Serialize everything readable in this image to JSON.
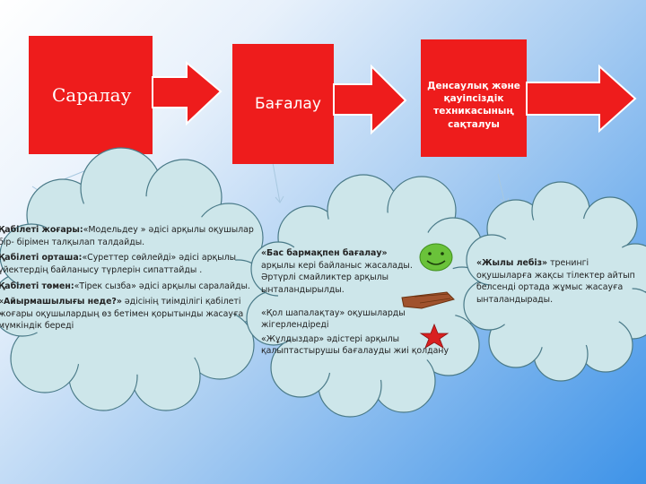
{
  "steps": [
    {
      "label": "Саралау"
    },
    {
      "label": "Бағалау"
    },
    {
      "label": "Денсаулық және қауіпсіздік техникасының сақталуы"
    }
  ],
  "clouds": [
    {
      "lines": [
        {
          "bold": "Қабілеті жоғары:",
          "text": "«Модельдеу » әдісі арқылы оқушылар бір- бірімен талқылап талдайды."
        },
        {
          "bold": "Қабілеті орташа:",
          "text": "«Суреттер сөйлейді» әдісі арқылы үйектердің байланысу түрлерін сипаттайды ."
        },
        {
          "bold": "Қабілеті төмен:",
          "text": "«Тірек сызба» әдісі арқылы саралайды."
        },
        {
          "bold": "«Айырмашылығы неде?»",
          "text": " әдісінің тиімділігі қабілеті жоғары оқушылардың өз бетімен қорытынды жасауға мүмкіндік береді"
        }
      ]
    },
    {
      "lines": [
        {
          "bold": "«Бас бармақпен бағалау»",
          "text": " арқылы кері байланыс жасалады.   Әртүрлі смайликтер арқылы ынталандырылды."
        },
        {
          "bold": "",
          "text": "«Қол шапалақтау» оқушыларды жігерлендіреді"
        },
        {
          "bold": "",
          "text": "«Жұлдыздар» әдістері арқылы қалыптастырушы бағалауды жиі қолдану"
        }
      ]
    },
    {
      "lines": [
        {
          "bold": "«Жылы лебіз»",
          "text": " тренингі оқушыларға жақсы тілектер айтып белсенді ортада жұмыс жасауға ынталандырады."
        }
      ]
    }
  ],
  "colors": {
    "box": "#ee1c1c",
    "cloud": "#cde6ea",
    "cloud_stroke": "#4a7a88",
    "smiley": "#6ac23a",
    "star": "#d92020",
    "hand": "#a0522d"
  }
}
